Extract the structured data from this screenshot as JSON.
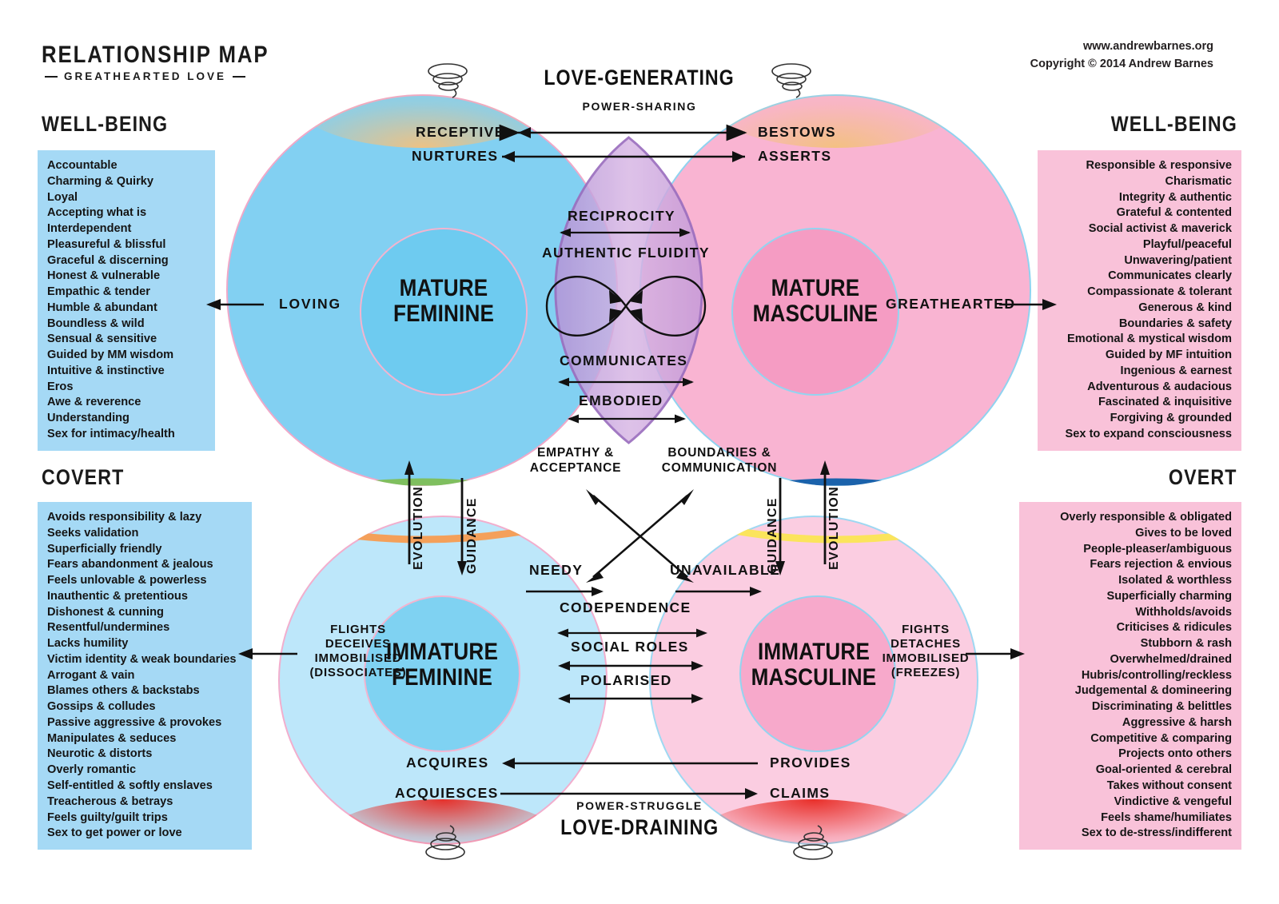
{
  "header": {
    "title": "RELATIONSHIP MAP",
    "subtitle": "GREATHEARTED LOVE",
    "website": "www.andrewbarnes.org",
    "copyright": "Copyright © 2014 Andrew Barnes"
  },
  "sections": {
    "well_being_left": "WELL-BEING",
    "well_being_right": "WELL-BEING",
    "covert": "COVERT",
    "overt": "OVERT"
  },
  "top_labels": {
    "main": "LOVE-GENERATING",
    "sub": "POWER-SHARING"
  },
  "bottom_labels": {
    "sub": "POWER-STRUGGLE",
    "main": "LOVE-DRAINING"
  },
  "circles": {
    "mature_feminine": "MATURE\nFEMININE",
    "mature_feminine_l1": "MATURE",
    "mature_feminine_l2": "FEMININE",
    "mature_masculine_l1": "MATURE",
    "mature_masculine_l2": "MASCULINE",
    "immature_feminine_l1": "IMMATURE",
    "immature_feminine_l2": "FEMININE",
    "immature_masculine_l1": "IMMATURE",
    "immature_masculine_l2": "MASCULINE"
  },
  "side_descriptors": {
    "loving": "LOVING",
    "greathearted": "GREATHEARTED",
    "immature_feminine": [
      "FLIGHTS",
      "DECEIVES",
      "IMMOBILISED",
      "(DISSOCIATES)"
    ],
    "immature_masculine": [
      "FIGHTS",
      "DETACHES",
      "IMMOBILISED",
      "(FREEZES)"
    ]
  },
  "exchanges_top": [
    {
      "left": "RECEPTIVE",
      "right": "BESTOWS"
    },
    {
      "left": "NURTURES",
      "right": "ASSERTS"
    }
  ],
  "exchanges_bottom": [
    {
      "left": "ACQUIRES",
      "right": "PROVIDES"
    },
    {
      "left": "ACQUIESCES",
      "right": "CLAIMS"
    }
  ],
  "overlap_labels": {
    "reciprocity": "RECIPROCITY",
    "authentic_fluidity": "AUTHENTIC FLUIDITY",
    "communicates": "COMMUNICATES",
    "embodied": "EMBODIED"
  },
  "middle_labels": {
    "empathy": "EMPATHY &\nACCEPTANCE",
    "empathy_l1": "EMPATHY &",
    "empathy_l2": "ACCEPTANCE",
    "boundaries_l1": "BOUNDARIES &",
    "boundaries_l2": "COMMUNICATION",
    "needy": "NEEDY",
    "unavailable": "UNAVAILABLE"
  },
  "lower_overlap_labels": {
    "codependence": "CODEPENDENCE",
    "social_roles": "SOCIAL ROLES",
    "polarised": "POLARISED"
  },
  "vertical_axes": {
    "evolution": "EVOLUTION",
    "guidance": "GUIDANCE"
  },
  "lists": {
    "well_being_left": [
      "Accountable",
      "Charming & Quirky",
      "Loyal",
      "Accepting what is",
      "Interdependent",
      "Pleasureful & blissful",
      "Graceful & discerning",
      "Honest & vulnerable",
      "Empathic & tender",
      "Humble & abundant",
      "Boundless & wild",
      "Sensual & sensitive",
      "Guided by MM wisdom",
      "Intuitive & instinctive",
      "Eros",
      "Awe & reverence",
      "Understanding",
      "Sex for intimacy/health"
    ],
    "well_being_right": [
      "Responsible & responsive",
      "Charismatic",
      "Integrity & authentic",
      "Grateful & contented",
      "Social activist & maverick",
      "Playful/peaceful",
      "Unwavering/patient",
      "Communicates clearly",
      "Compassionate & tolerant",
      "Generous & kind",
      "Boundaries & safety",
      "Emotional & mystical wisdom",
      "Guided by MF intuition",
      "Ingenious & earnest",
      "Adventurous & audacious",
      "Fascinated & inquisitive",
      "Forgiving & grounded",
      "Sex to expand consciousness"
    ],
    "covert": [
      "Avoids responsibility & lazy",
      "Seeks validation",
      "Superficially friendly",
      "Fears abandonment & jealous",
      "Feels unlovable & powerless",
      "Inauthentic & pretentious",
      "Dishonest & cunning",
      "Resentful/undermines",
      "Lacks humility",
      "Victim identity & weak boundaries",
      "Arrogant & vain",
      "Blames others & backstabs",
      "Gossips & colludes",
      "Passive aggressive & provokes",
      "Manipulates & seduces",
      "Neurotic & distorts",
      "Overly romantic",
      "Self-entitled & softly enslaves",
      "Treacherous & betrays",
      "Feels guilty/guilt trips",
      "Sex to get power or love"
    ],
    "overt": [
      "Overly responsible & obligated",
      "Gives to be loved",
      "People-pleaser/ambiguous",
      "Fears rejection & envious",
      "Isolated & worthless",
      "Superficially charming",
      "Withholds/avoids",
      "Criticises & ridicules",
      "Stubborn & rash",
      "Overwhelmed/drained",
      "Hubris/controlling/reckless",
      "Judgemental & domineering",
      "Discriminating & belittles",
      "Aggressive & harsh",
      "Competitive & comparing",
      "Projects onto others",
      "Goal-oriented & cerebral",
      "Takes without consent",
      "Vindictive & vengeful",
      "Feels shame/humiliates",
      "Sex to de-stress/indifferent"
    ]
  },
  "colors": {
    "mature_feminine": "#82d0f2",
    "mature_masculine": "#f9b4d2",
    "immature_feminine": "#bde7fa",
    "immature_masculine": "#fbcde1",
    "overlap": "#c9a5dd",
    "panel_blue": "#a5d9f5",
    "panel_pink": "#f9c2d9",
    "evolution_left": "#7fbf5f",
    "guidance_left": "#f4a05a",
    "evolution_right": "#1b62ab",
    "guidance_right": "#fbe45c",
    "top_glow": "#f5c98a",
    "bottom_glow": "#e8261f",
    "arrow": "#111111"
  }
}
